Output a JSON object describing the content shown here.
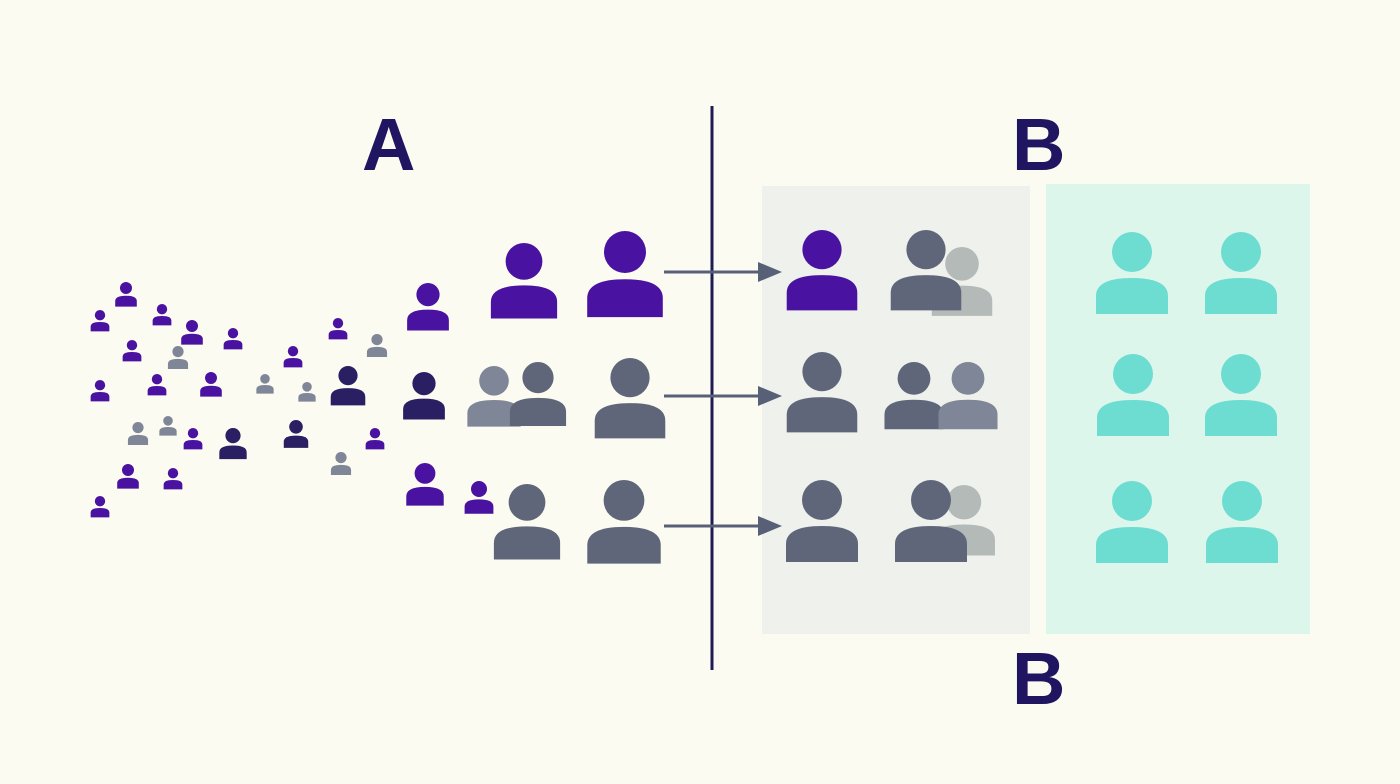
{
  "labels": {
    "group_a": "A",
    "group_b_top": "B",
    "group_b_bottom": "B"
  },
  "colors": {
    "background": "#fcfbf1",
    "purple": "#4a12a0",
    "navy": "#2a1f63",
    "gray": "#5f6679",
    "gray_light": "#7f8697",
    "gray_ghost": "#b3bab8",
    "teal": "#6ddcd1",
    "panel_gray": "#eef1ec",
    "panel_teal": "#dcf6ec",
    "divider": "#1f1c55",
    "arrow": "#586077",
    "label_text": "#1f1560"
  }
}
